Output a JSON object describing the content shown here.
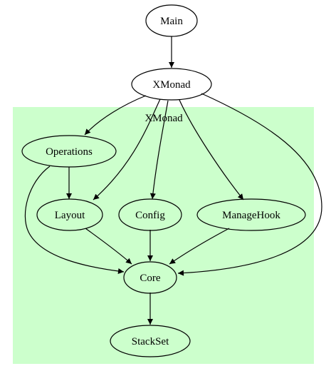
{
  "diagram": {
    "cluster": {
      "label": "XMonad",
      "fill": "#ccffcc"
    },
    "nodes": [
      {
        "id": "main",
        "label": "Main"
      },
      {
        "id": "xmonad",
        "label": "XMonad"
      },
      {
        "id": "operations",
        "label": "Operations"
      },
      {
        "id": "layout",
        "label": "Layout"
      },
      {
        "id": "config",
        "label": "Config"
      },
      {
        "id": "managehook",
        "label": "ManageHook"
      },
      {
        "id": "core",
        "label": "Core"
      },
      {
        "id": "stackset",
        "label": "StackSet"
      }
    ],
    "edges": [
      {
        "from": "main",
        "to": "xmonad"
      },
      {
        "from": "xmonad",
        "to": "operations"
      },
      {
        "from": "xmonad",
        "to": "layout"
      },
      {
        "from": "xmonad",
        "to": "config"
      },
      {
        "from": "xmonad",
        "to": "managehook"
      },
      {
        "from": "xmonad",
        "to": "core"
      },
      {
        "from": "operations",
        "to": "layout"
      },
      {
        "from": "operations",
        "to": "core"
      },
      {
        "from": "layout",
        "to": "core"
      },
      {
        "from": "config",
        "to": "core"
      },
      {
        "from": "managehook",
        "to": "core"
      },
      {
        "from": "core",
        "to": "stackset"
      }
    ]
  }
}
